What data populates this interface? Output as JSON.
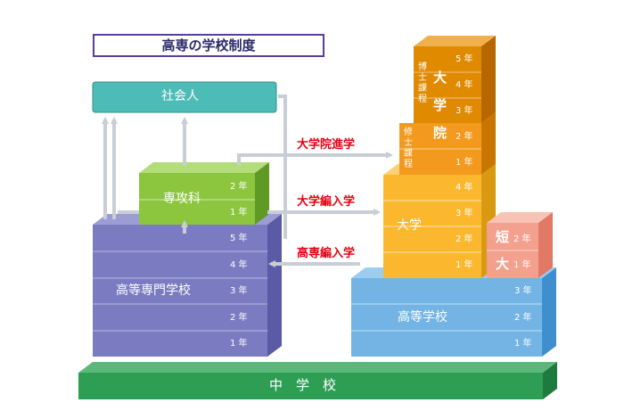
{
  "title": "高専の学校制度",
  "blocks": {
    "shakaijin": "社会人",
    "senkoka": "専攻科",
    "kosen": "高等専門学校",
    "daigakuin_1": "大",
    "daigakuin_2": "学",
    "daigakuin_3": "院",
    "daigaku": "大学",
    "tandai_1": "短",
    "tandai_2": "大",
    "koukou": "高等学校",
    "chugakko": "中　学　校",
    "hakase": "博士課程",
    "shushi": "修士課程"
  },
  "years": {
    "senkoka": [
      "2 年",
      "1 年"
    ],
    "kosen": [
      "5 年",
      "4 年",
      "3 年",
      "2 年",
      "1 年"
    ],
    "hakase": [
      "5 年",
      "4 年",
      "3 年"
    ],
    "shushi": [
      "2 年",
      "1 年"
    ],
    "daigaku": [
      "4 年",
      "3 年",
      "2 年",
      "1 年"
    ],
    "tandai": [
      "2 年",
      "1 年"
    ],
    "koukou": [
      "3 年",
      "2 年",
      "1 年"
    ]
  },
  "paths": {
    "daigakuin_shingaku": "大学院進学",
    "daigaku_hennyu": "大学編入学",
    "kosen_hennyu": "高専編入学"
  },
  "colors": {
    "title_border": "#5a3e9e",
    "shakaijin": "#4dbbb6",
    "senkoka": "#8cc63f",
    "kosen": "#7b7bc2",
    "daigakuin": "#e08a00",
    "shushi": "#f39a1e",
    "daigaku": "#fbb82f",
    "tandai": "#f4a08e",
    "koukou": "#73b4e4",
    "chugakko": "#2e9e55",
    "arrow": "#c8ced6",
    "path_label": "#e60012"
  }
}
